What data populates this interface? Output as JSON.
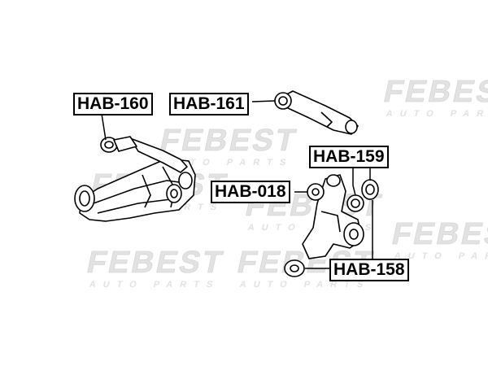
{
  "watermark": {
    "brand": "FEBEST",
    "tagline": "AUTO PARTS",
    "color": "#dcdcdc"
  },
  "parts": {
    "hab160": "HAB-160",
    "hab161": "HAB-161",
    "hab159": "HAB-159",
    "hab018": "HAB-018",
    "hab158": "HAB-158"
  },
  "colors": {
    "line": "#000000",
    "background": "#ffffff"
  }
}
